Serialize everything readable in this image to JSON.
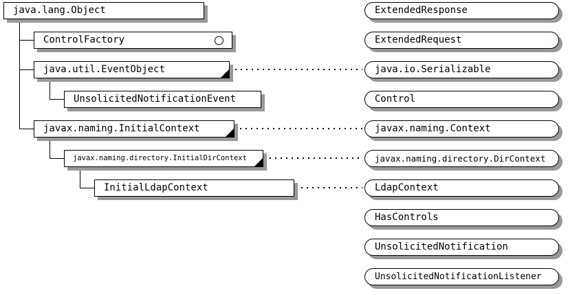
{
  "diagram": {
    "kind": "java-class-hierarchy",
    "colors": {
      "box_fill": "#ffffff",
      "box_border": "#000000",
      "shadow": "#999999",
      "background": "#ffffff"
    },
    "class_tree": {
      "nodes": [
        {
          "label": "java.lang.Object",
          "depth": 0
        },
        {
          "label": "ControlFactory",
          "depth": 1,
          "marker": "abstract-circle"
        },
        {
          "label": "java.util.EventObject",
          "depth": 1,
          "marker": "implements-triangle",
          "implements": "java.io.Serializable"
        },
        {
          "label": "UnsolicitedNotificationEvent",
          "depth": 2
        },
        {
          "label": "javax.naming.InitialContext",
          "depth": 1,
          "marker": "implements-triangle",
          "implements": "javax.naming.Context"
        },
        {
          "label": "javax.naming.directory.InitialDirContext",
          "depth": 2,
          "marker": "implements-triangle",
          "implements": "javax.naming.directory.DirContext"
        },
        {
          "label": "InitialLdapContext",
          "depth": 3,
          "implements": "LdapContext"
        }
      ]
    },
    "interfaces": [
      {
        "label": "ExtendedResponse"
      },
      {
        "label": "ExtendedRequest"
      },
      {
        "label": "java.io.Serializable"
      },
      {
        "label": "Control"
      },
      {
        "label": "javax.naming.Context"
      },
      {
        "label": "javax.naming.directory.DirContext"
      },
      {
        "label": "LdapContext"
      },
      {
        "label": "HasControls"
      },
      {
        "label": "UnsolicitedNotification"
      },
      {
        "label": "UnsolicitedNotificationListener"
      }
    ]
  }
}
